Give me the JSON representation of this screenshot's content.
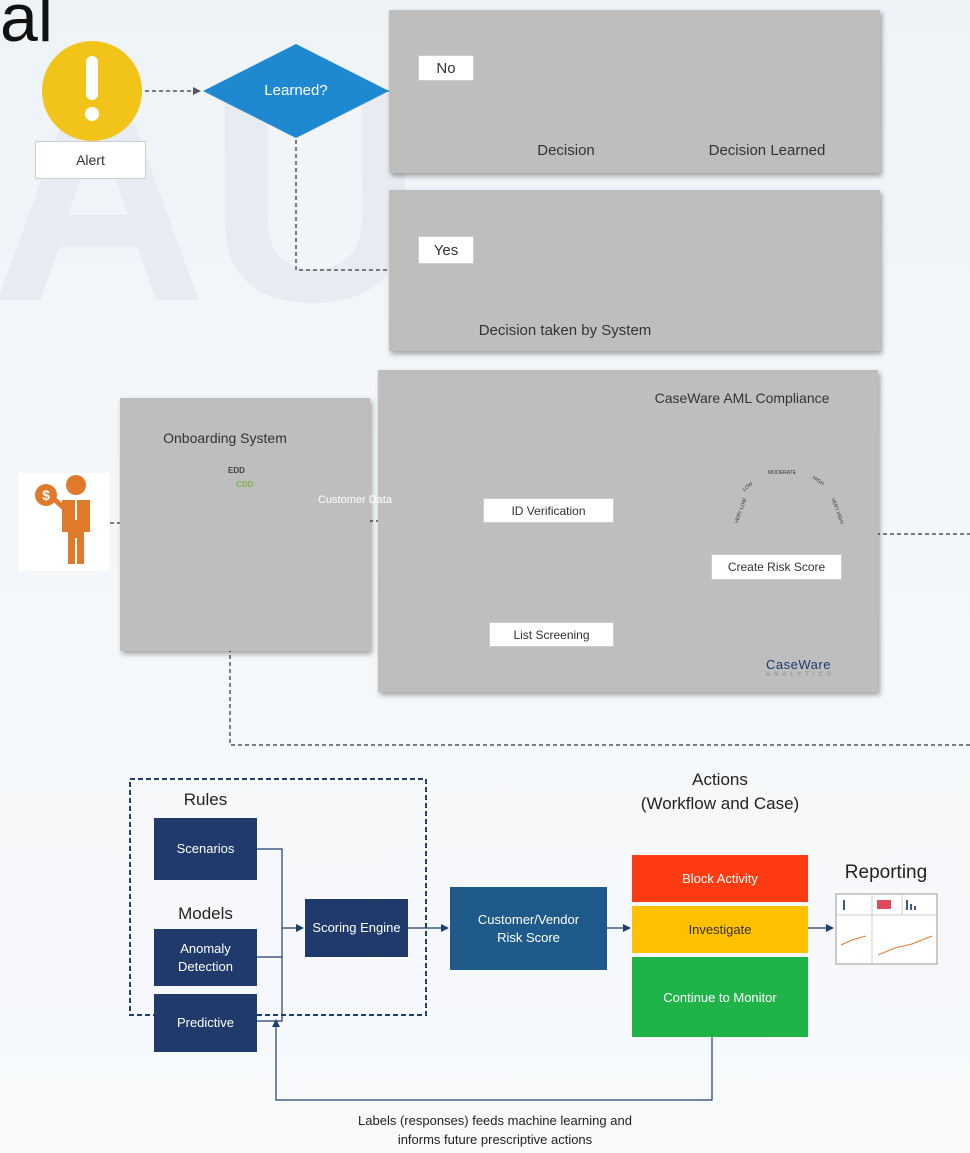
{
  "page": {
    "partial_title": "al"
  },
  "top_flow": {
    "alert_label": "Alert",
    "decision_diamond": "Learned?",
    "no_label": "No",
    "yes_label": "Yes",
    "decision_label": "Decision",
    "decision_learned_label": "Decision Learned",
    "decision_system_label": "Decision taken by System"
  },
  "middle_flow": {
    "onboarding_title": "Onboarding System",
    "edd_label": "EDD",
    "cdd_label": "CDD",
    "customer_data_label": "Customer Data",
    "compliance_title": "CaseWare AML Compliance",
    "id_verification_label": "ID Verification",
    "list_screening_label": "List Screening",
    "risk_score_label": "Create Risk Score",
    "gauge_labels": [
      "VERY LOW",
      "LOW",
      "MODERATE",
      "HIGH",
      "VERY HIGH"
    ],
    "logo_main": "CaseWare",
    "logo_sub": "ANALYTICS"
  },
  "bottom_flow": {
    "rules_header": "Rules",
    "scenarios": "Scenarios",
    "models_header": "Models",
    "anomaly_detection": "Anomaly Detection",
    "predictive": "Predictive",
    "scoring_engine": "Scoring Engine",
    "risk_score": "Customer/Vendor Risk Score",
    "actions_header_1": "Actions",
    "actions_header_2": "(Workflow and Case)",
    "block_activity": "Block Activity",
    "investigate": "Investigate",
    "continue_monitor": "Continue to Monitor",
    "reporting_header": "Reporting",
    "feedback_line_1": "Labels (responses) feeds machine learning and",
    "feedback_line_2": "informs future prescriptive actions"
  },
  "colors": {
    "navy": "#1f3a6b",
    "teal_blue": "#1e5a8a",
    "red": "#ff3b12",
    "amber": "#ffc000",
    "green": "#1fb34a",
    "diamond": "#1e88d0",
    "circle_navy": "#1f4a86",
    "circle_gray": "#8c8c8c",
    "alert_yellow": "#f2c318",
    "orange": "#e07a2a"
  },
  "icons": [
    "warning-icon",
    "people-group-icon",
    "monitor-chart-icon",
    "person-money-icon",
    "magnifier-person-icon",
    "id-card-icon",
    "person-building-icon",
    "gauge-icon",
    "caseware-logo-icon",
    "report-thumbnail-icon"
  ]
}
